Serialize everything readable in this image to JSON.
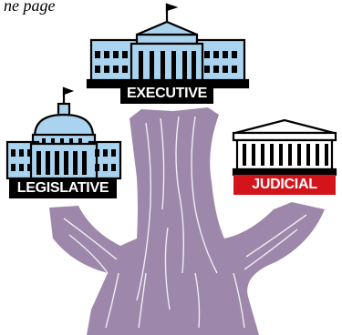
{
  "top_text": "ne page",
  "branches": {
    "executive": {
      "label": "EXECUTIVE",
      "icon": "white-house-icon",
      "label_color": "#000000"
    },
    "legislative": {
      "label": "LEGISLATIVE",
      "icon": "capitol-icon",
      "label_color": "#000000"
    },
    "judicial": {
      "label": "JUDICIAL",
      "icon": "courthouse-icon",
      "label_color": "#d3141b"
    }
  },
  "colors": {
    "tree": "#9d88ab",
    "building_fill": "#a9d3ee",
    "building_stroke": "#000000",
    "judicial_label": "#d3141b"
  },
  "tree_icon": "tree-trunk-icon"
}
